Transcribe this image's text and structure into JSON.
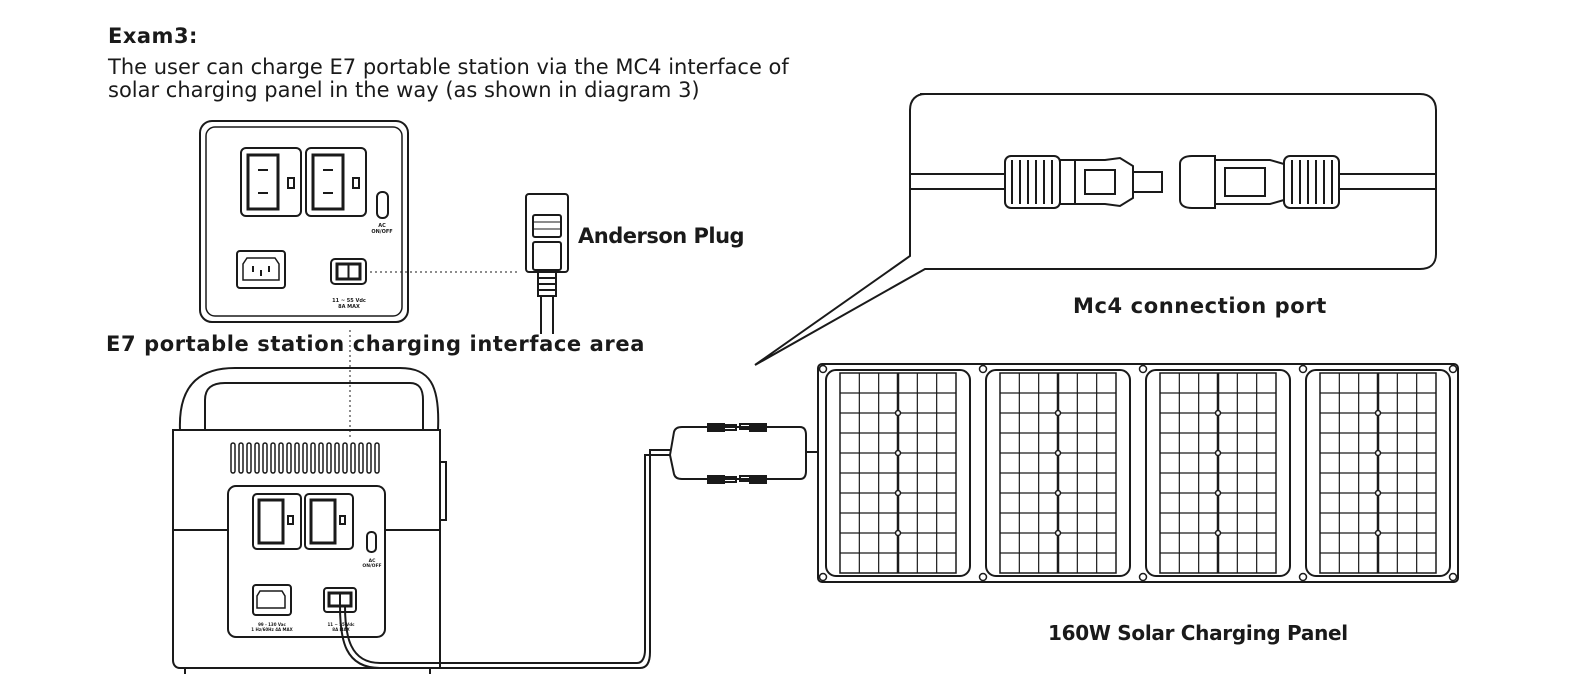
{
  "heading": "Exam3:",
  "description": {
    "line1": "The user can charge E7 portable station via the MC4 interface of",
    "line2": "solar charging panel in the way (as shown in diagram 3)"
  },
  "labels": {
    "anderson_plug": "Anderson Plug",
    "interface_area": "E7 portable station charging interface area",
    "mc4_port": "Mc4 connection port",
    "solar_panel": "160W Solar Charging Panel"
  },
  "panel_markings": {
    "ac_switch_line1": "AC",
    "ac_switch_line2": "ON/OFF",
    "dc_input_line1": "11 ~ 55 Vdc",
    "dc_input_line2": "8A MAX",
    "ac_input_line1": "99 - 130 Vac",
    "ac_input_line2": "1 Hz/60Hz 4A MAX"
  },
  "colors": {
    "line": "#1a1a1a",
    "background": "#ffffff"
  }
}
